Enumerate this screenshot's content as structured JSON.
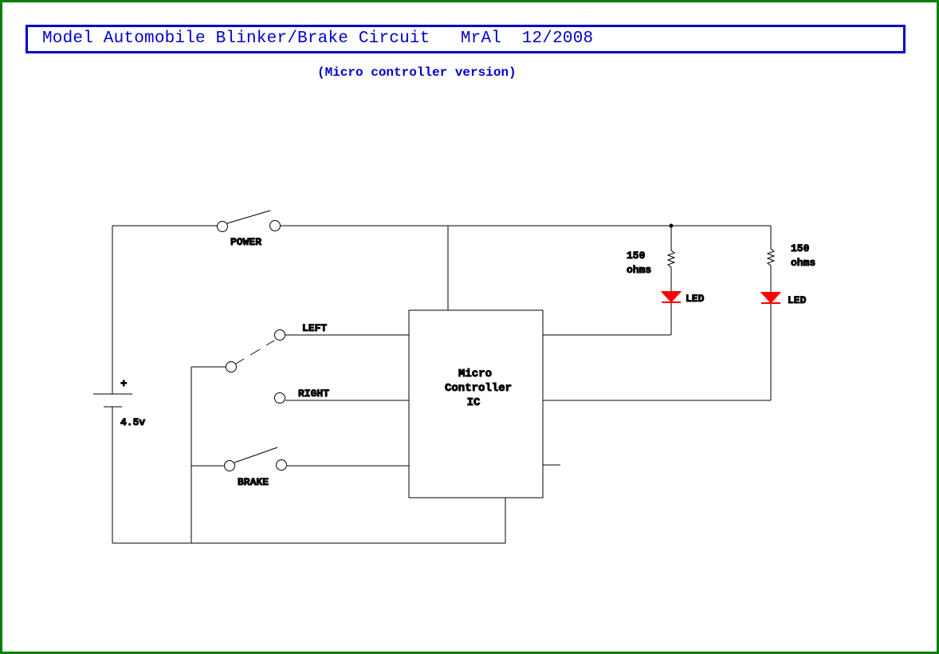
{
  "title": {
    "text": "Model Automobile Blinker/Brake Circuit   MrAl  12/2008",
    "color": "#0000cc"
  },
  "subtitle": "(Micro controller version)",
  "frame_color": "#008000",
  "circuit": {
    "power_switch": "POWER",
    "left_label": "LEFT",
    "right_label": "RIGHT",
    "brake_switch": "BRAKE",
    "battery_plus": "+",
    "battery_voltage": "4.5v",
    "ic_line1": "Micro",
    "ic_line2": "Controller",
    "ic_line3": "IC",
    "resistor1_value": "150",
    "resistor1_unit": "ohms",
    "resistor2_value": "150",
    "resistor2_unit": "ohms",
    "led1_label": "LED",
    "led2_label": "LED",
    "led_color": "#ff0000"
  }
}
